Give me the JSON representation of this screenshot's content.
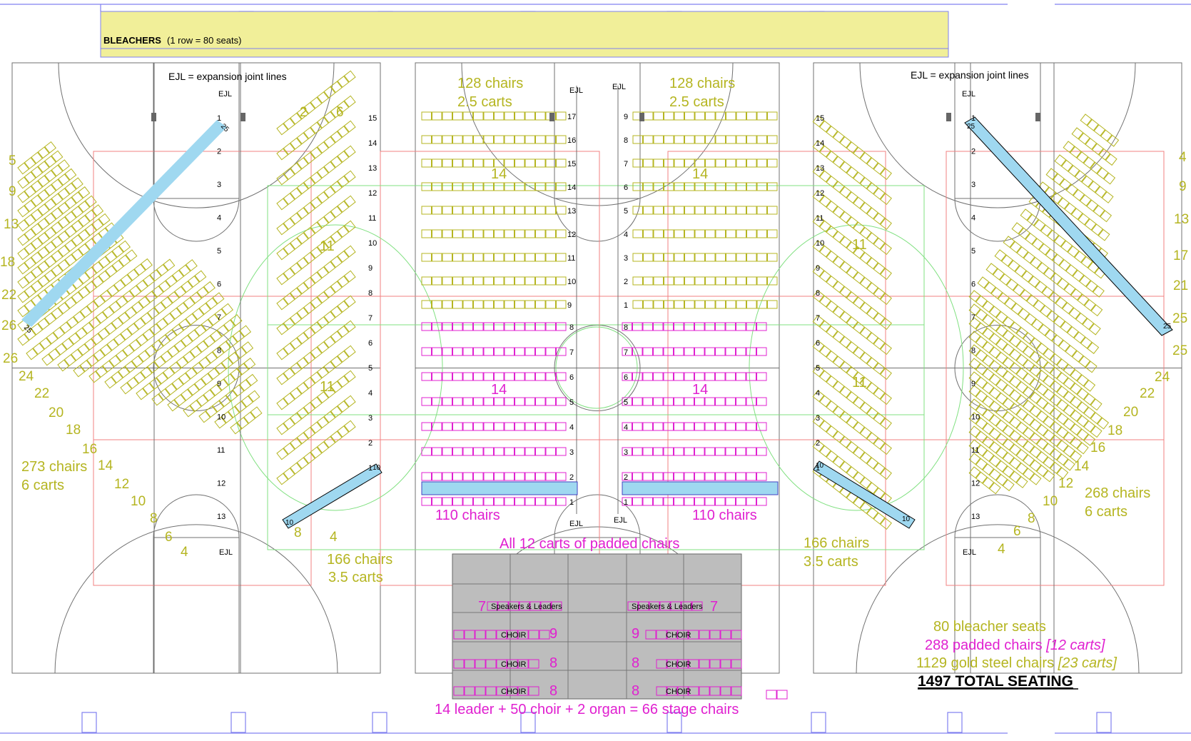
{
  "colors": {
    "gold": "#b5b521",
    "gold_fill": "#f1ef99",
    "pink": "#e020d0",
    "blue": "#9fd8f0",
    "court_line": "#707070",
    "red_line": "#f08080",
    "green_line": "#80e080",
    "purple_line": "#8080f0",
    "stage": "#bdbdbd"
  },
  "bleachers": {
    "title": "BLEACHERS",
    "note": "(1 row = 80 seats)"
  },
  "legend": {
    "ejl_left": "EJL = expansion joint lines",
    "ejl_right": "EJL = expansion joint lines",
    "ejl": "EJL"
  },
  "left_court": {
    "summary_chairs": "273 chairs",
    "summary_carts": "6 carts",
    "mid_chairs": "166 chairs",
    "mid_carts": "3.5 carts",
    "bar_start": "25",
    "bar_end": "25",
    "small_bar_a": "10",
    "small_bar_b": "10",
    "edge_numbers": [
      "5",
      "9",
      "13",
      "18",
      "22",
      "26",
      "26",
      "24",
      "22",
      "20",
      "18",
      "16",
      "14",
      "12",
      "10",
      "8",
      "6",
      "4"
    ],
    "top_numbers": [
      "2",
      "6"
    ],
    "row_numbers": [
      "1",
      "2",
      "3",
      "4",
      "5",
      "6",
      "7",
      "8",
      "9",
      "10",
      "11",
      "12",
      "13"
    ],
    "mid_row_numbers": [
      "15",
      "14",
      "13",
      "12",
      "11",
      "10",
      "9",
      "8",
      "7",
      "6",
      "5",
      "4",
      "3",
      "2",
      "1"
    ],
    "eleven_a": "11",
    "eleven_b": "11",
    "bottom_8": "8",
    "bottom_4": "4"
  },
  "center_court": {
    "left_chairs": "128 chairs",
    "left_carts": "2.5 carts",
    "right_chairs": "128 chairs",
    "right_carts": "2.5 carts",
    "fourteen": "14",
    "left_rows": [
      "17",
      "16",
      "15",
      "14",
      "13",
      "12",
      "11",
      "10",
      "9"
    ],
    "right_rows": [
      "9",
      "8",
      "7",
      "6",
      "5",
      "4",
      "3",
      "2",
      "1"
    ],
    "padded_left_rows": [
      "8",
      "7",
      "6",
      "5",
      "4",
      "3",
      "2",
      "1"
    ],
    "padded_right_rows": [
      "8",
      "7",
      "6",
      "5",
      "4",
      "3",
      "2",
      "1"
    ],
    "left_110": "110 chairs",
    "right_110": "110 chairs",
    "all_padded": "All 12 carts of padded chairs"
  },
  "right_court": {
    "summary_chairs": "268 chairs",
    "summary_carts": "6 carts",
    "mid_chairs": "166 chairs",
    "mid_carts": "3.5 carts",
    "edge_numbers": [
      "4",
      "9",
      "13",
      "17",
      "21",
      "25",
      "25",
      "24",
      "22",
      "20",
      "18",
      "16",
      "14",
      "12",
      "10",
      "8",
      "6",
      "4"
    ],
    "row_numbers": [
      "1",
      "2",
      "3",
      "4",
      "5",
      "6",
      "7",
      "8",
      "9",
      "10",
      "11",
      "12",
      "13"
    ],
    "mid_row_numbers": [
      "15",
      "14",
      "13",
      "12",
      "11",
      "10",
      "9",
      "8",
      "7",
      "6",
      "5",
      "4",
      "3",
      "2",
      "1"
    ],
    "bar_start": "25",
    "bar_end": "25",
    "small_bar_a": "10",
    "small_bar_b": "10",
    "eleven_a": "11",
    "eleven_b": "11"
  },
  "stage": {
    "speakers_left": "Speakers & Leaders",
    "speakers_right": "Speakers & Leaders",
    "choir": "CHOIR",
    "left_counts": [
      "7",
      "9",
      "8",
      "8"
    ],
    "right_counts": [
      "7",
      "9",
      "8",
      "8"
    ],
    "total_note": "14 leader + 50 choir + 2 organ = 66 stage chairs"
  },
  "totals": {
    "bleacher": "80 bleacher seats",
    "padded": "288 padded chairs",
    "padded_carts": "[12 carts]",
    "gold": "1129 gold steel chairs",
    "gold_carts": "[23 carts]",
    "total": "1497 TOTAL SEATING"
  }
}
